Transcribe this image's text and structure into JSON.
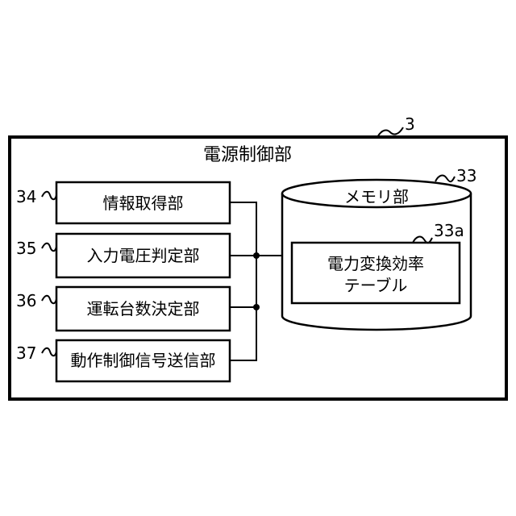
{
  "main_unit": {
    "label": "電源制御部",
    "ref": "3"
  },
  "blocks": [
    {
      "ref": "34",
      "label": "情報取得部"
    },
    {
      "ref": "35",
      "label": "入力電圧判定部"
    },
    {
      "ref": "36",
      "label": "運転台数決定部"
    },
    {
      "ref": "37",
      "label": "動作制御信号送信部"
    }
  ],
  "memory": {
    "ref": "33",
    "label": "メモリ部"
  },
  "table": {
    "ref": "33a",
    "line1": "電力変換効率",
    "line2": "テーブル"
  }
}
